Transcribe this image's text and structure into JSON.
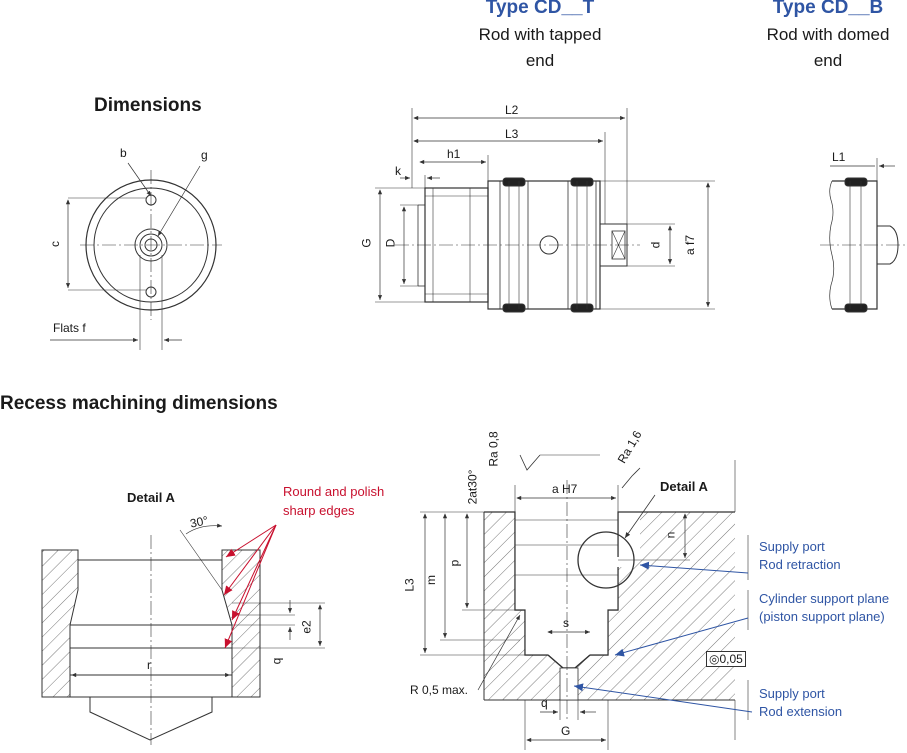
{
  "types": [
    {
      "title": "Type CD__T",
      "subtitle_lines": [
        "Rod with tapped",
        "end"
      ]
    },
    {
      "title": "Type CD__B",
      "subtitle_lines": [
        "Rod with domed",
        "end"
      ]
    }
  ],
  "headings": {
    "dimensions": "Dimensions",
    "recess": "Recess machining dimensions"
  },
  "front_view": {
    "b": "b",
    "g": "g",
    "c": "c",
    "flats": "Flats f"
  },
  "side_view": {
    "L2": "L2",
    "L3": "L3",
    "h1": "h1",
    "k": "k",
    "G": "G",
    "D": "D",
    "d": "d",
    "af7": "a f7"
  },
  "domed_view": {
    "L1": "L1"
  },
  "detail_a": {
    "title": "Detail A",
    "angle": "30°",
    "r": "r",
    "e2": "e2",
    "q": "q",
    "notes": [
      "Round and polish",
      "sharp edges"
    ]
  },
  "recess": {
    "ra08": "Ra 0,8",
    "two_at30": "2at30°",
    "ra16": "Ra 1,6",
    "aH7": "a H7",
    "detail_ref": "Detail A",
    "n": "n",
    "L3": "L3",
    "m": "m",
    "p": "p",
    "s": "s",
    "r05": "R 0,5 max.",
    "q": "q",
    "G": "G",
    "tolerance": "0,05",
    "callouts": [
      [
        "Supply port",
        "Rod retraction"
      ],
      [
        "Cylinder support plane",
        "(piston support plane)"
      ],
      [
        "Supply port",
        "Rod extension"
      ]
    ]
  },
  "colors": {
    "accent_blue": "#2f55a4",
    "note_red": "#c8102e",
    "line": "#333333"
  }
}
